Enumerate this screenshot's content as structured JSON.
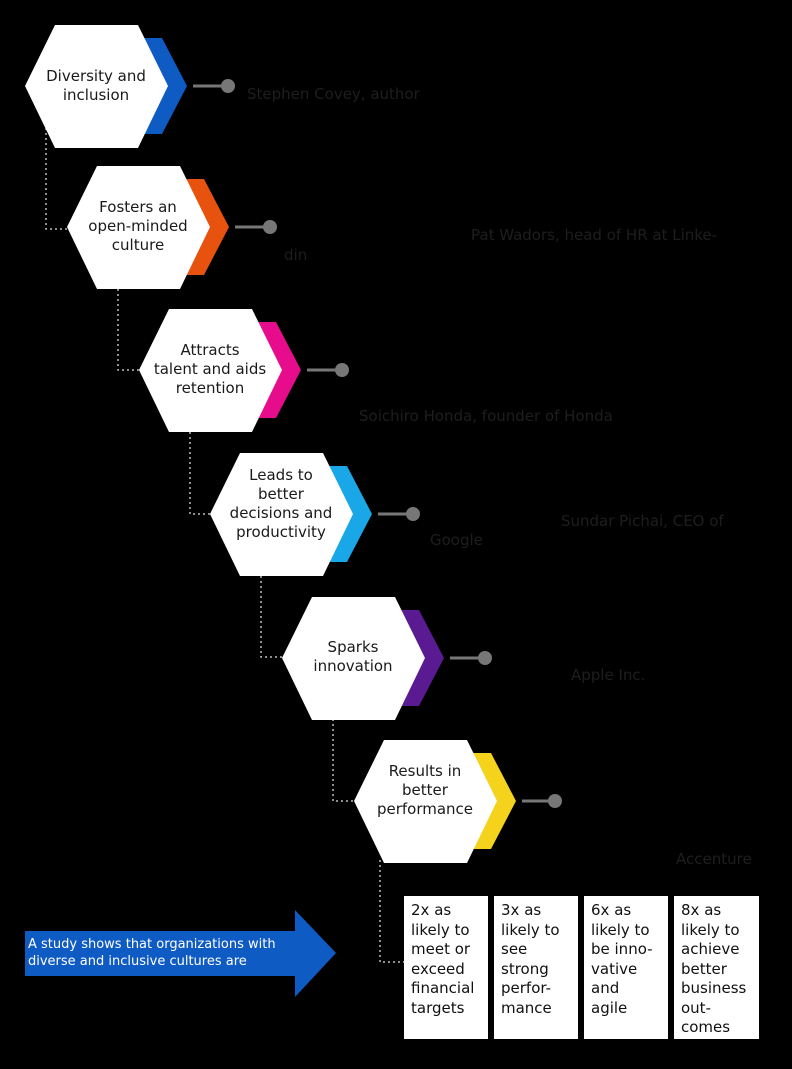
{
  "steps": [
    {
      "label": "Diversity and\ninclusion",
      "color": "#0f5bc4"
    },
    {
      "label": "Fosters an\nopen-minded\nculture",
      "color": "#e8520f"
    },
    {
      "label": "Attracts\ntalent and aids\nretention",
      "color": "#e60c8c"
    },
    {
      "label": "Leads to\nbetter\ndecisions and\nproductivity",
      "color": "#1aa7e8"
    },
    {
      "label": "Sparks\ninnovation",
      "color": "#5a1a91"
    },
    {
      "label": "Results in\nbetter\nperformance",
      "color": "#f5d21c"
    }
  ],
  "attributions": [
    "Stephen Covey, author",
    "Pat Wadors, head of HR at Linke-",
    "din",
    "Soichiro Honda, founder of Honda",
    "Sundar Pichai, CEO of",
    "Google",
    "Apple Inc.",
    "Accenture"
  ],
  "study": {
    "text": "A study shows that organizations with diverse and inclusive cultures are",
    "arrow_color": "#0f5bc4",
    "stats": [
      "2x as\nlikely to\nmeet or\nexceed\nfinancial\ntargets",
      "3x as\nlikely to\nsee\nstrong\nperfor-\nmance",
      "6x as\nlikely to\nbe inno-\nvative\nand\nagile",
      "8x as\nlikely to\nachieve\nbetter\nbusiness\nout-\ncomes"
    ]
  }
}
